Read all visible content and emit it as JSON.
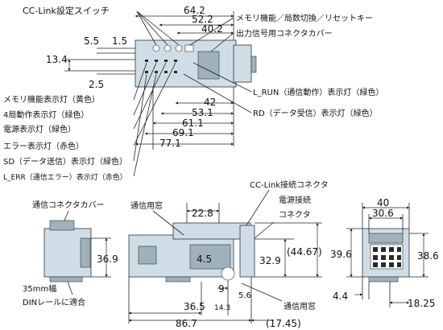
{
  "top_view": {
    "labels": {
      "cclink_switch": "CC-Link設定スイッチ",
      "memory_key": "メモリ機能／局数切換／リセットキー",
      "output_cover": "出力信号用コネクタカバー",
      "l_run": "L_RUN（通信動作）表示灯（緑色）",
      "rd": "RD（データ受信）表示灯（緑色）",
      "memory_led": "メモリ機能表示灯（黄色）",
      "station4_led": "4局動作表示灯（緑色）",
      "power_led": "電源表示灯（緑色）",
      "error_led": "エラー表示灯（赤色）",
      "sd": "SD（データ送信）表示灯（緑色）",
      "l_err": "L_ERR（通信エラー）表示灯（赤色）"
    },
    "dims": {
      "d64_2": "64.2",
      "d52_2": "52.2",
      "d40_2": "40.2",
      "d5_5": "5.5",
      "d1_5": "1.5",
      "d13_4": "13.4",
      "d2_5": "2.5",
      "d42": "42",
      "d53_1": "53.1",
      "d61_1": "61.1",
      "d69_1": "69.1",
      "d77_1": "77.1"
    }
  },
  "left_view": {
    "labels": {
      "comm_cover": "通信コネクタカバー",
      "din_rail_1": "35mm幅",
      "din_rail_2": "DINレールに適合"
    },
    "dims": {
      "d36_9": "36.9"
    }
  },
  "front_view": {
    "labels": {
      "comm_window_top": "通信用窓",
      "cclink_connector": "CC-Link接続コネクタ",
      "power_connector_1": "電源接続",
      "power_connector_2": "コネクタ",
      "comm_window_bottom": "通信用窓"
    },
    "dims": {
      "d22_8": "22.8",
      "d4_5": "4.5",
      "d32_9": "32.9",
      "d44_67": "(44.67)",
      "d9": "9",
      "d5_6": "5.6",
      "d36_5": "36.5",
      "d14_3": "14.3",
      "d86_7": "86.7",
      "d17_45": "(17.45)"
    }
  },
  "right_view": {
    "dims": {
      "d40": "40",
      "d30_6": "30.6",
      "d39_6": "39.6",
      "d38_6": "38.6",
      "d4_4": "4.4",
      "d18_25": "18.25"
    }
  }
}
